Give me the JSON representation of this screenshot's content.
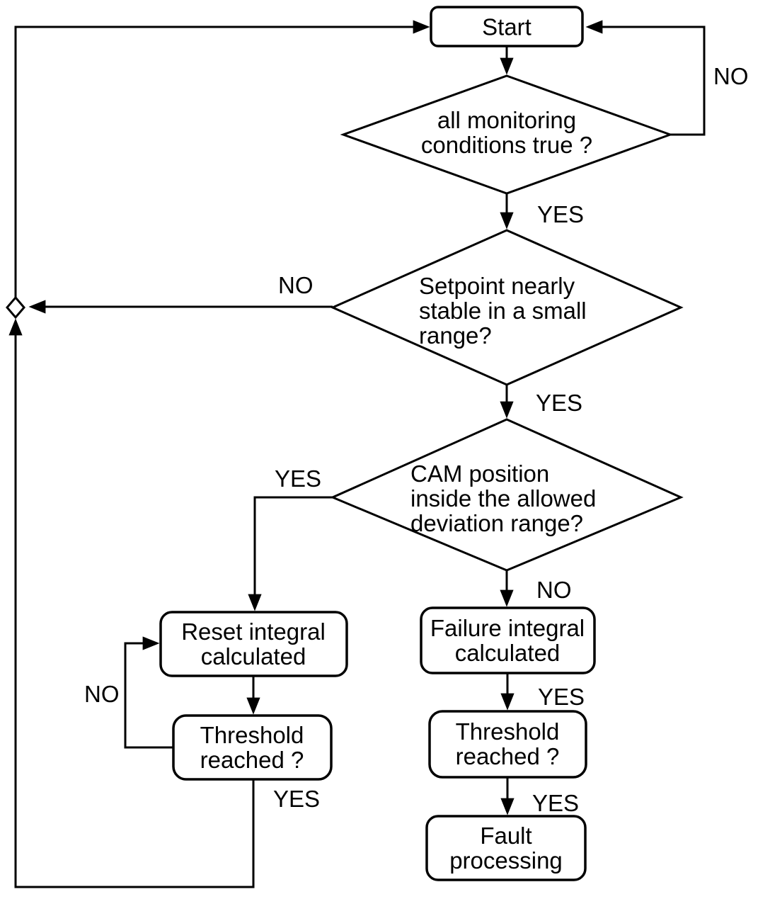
{
  "flowchart": {
    "nodes": {
      "start": "Start",
      "monitoring": "all monitoring\nconditions true ?",
      "setpoint": "Setpoint nearly\nstable in a small\nrange?",
      "cam": "CAM position\ninside the allowed\ndeviation range?",
      "reset_integral": "Reset integral\ncalculated",
      "threshold_left": "Threshold\nreached ?",
      "failure_integral": "Failure integral\ncalculated",
      "threshold_right": "Threshold\nreached ?",
      "fault": "Fault\nprocessing"
    },
    "labels": {
      "no_monitoring": "NO",
      "yes_monitoring": "YES",
      "no_setpoint": "NO",
      "yes_setpoint": "YES",
      "yes_cam": "YES",
      "no_cam": "NO",
      "no_threshold_left": "NO",
      "yes_threshold_left": "YES",
      "yes_failure": "YES",
      "yes_threshold_right": "YES"
    },
    "colors": {
      "line": "#000000",
      "background": "#ffffff",
      "text": "#000000"
    }
  }
}
